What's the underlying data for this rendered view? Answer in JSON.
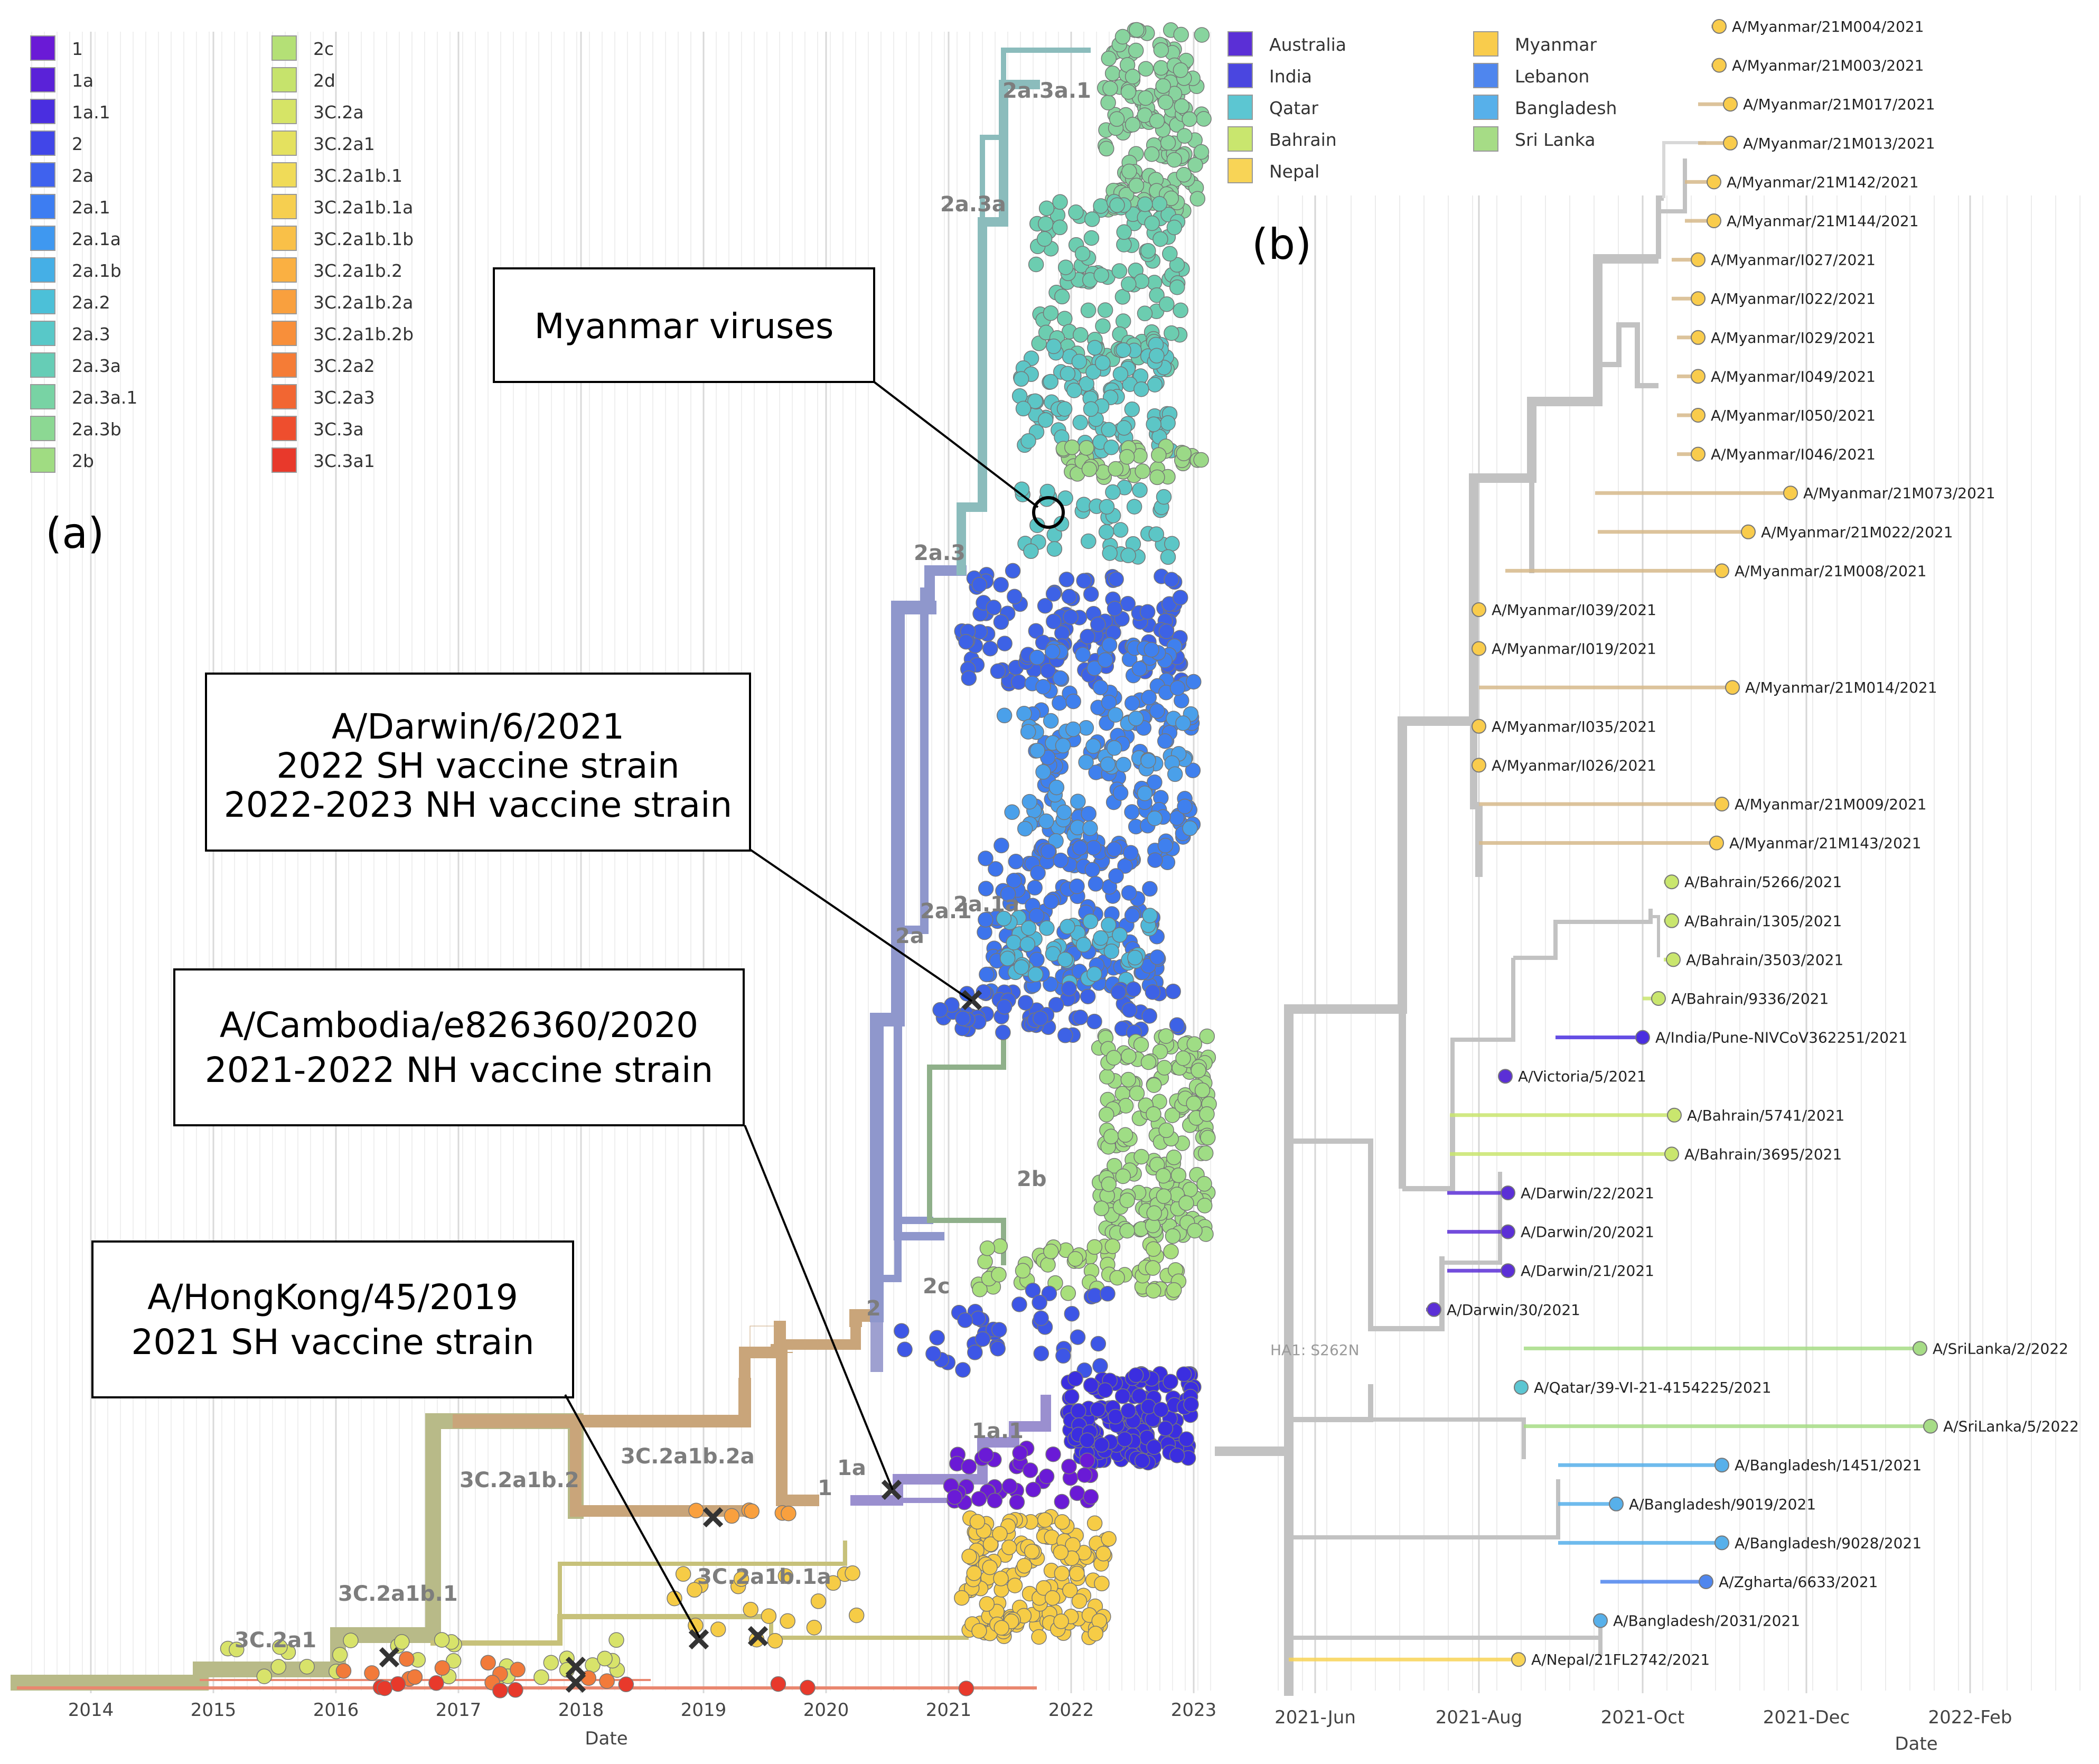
{
  "panel_a": {
    "label": "(a)",
    "axis_title": "Date",
    "ticks": [
      "2014",
      "2015",
      "2016",
      "2017",
      "2018",
      "2019",
      "2020",
      "2021",
      "2022",
      "2023"
    ],
    "legend": [
      {
        "label": "1",
        "color": "#6a1ad6"
      },
      {
        "label": "1a",
        "color": "#5a22d8"
      },
      {
        "label": "1a.1",
        "color": "#4a2ee0"
      },
      {
        "label": "2",
        "color": "#4146e8"
      },
      {
        "label": "2a",
        "color": "#3f62ee"
      },
      {
        "label": "2a.1",
        "color": "#3d7df2"
      },
      {
        "label": "2a.1a",
        "color": "#3f98f0"
      },
      {
        "label": "2a.1b",
        "color": "#45afe6"
      },
      {
        "label": "2a.2",
        "color": "#4cc0d8"
      },
      {
        "label": "2a.3",
        "color": "#58c8c8"
      },
      {
        "label": "2a.3a",
        "color": "#66cdb6"
      },
      {
        "label": "2a.3a.1",
        "color": "#78d3a4"
      },
      {
        "label": "2a.3b",
        "color": "#8cd893"
      },
      {
        "label": "2b",
        "color": "#a0dc82"
      },
      {
        "label": "2c",
        "color": "#b4e076"
      },
      {
        "label": "2d",
        "color": "#c6e36c"
      },
      {
        "label": "3C.2a",
        "color": "#d6e466"
      },
      {
        "label": "3C.2a1",
        "color": "#e4e15f"
      },
      {
        "label": "3C.2a1b.1",
        "color": "#f0db58"
      },
      {
        "label": "3C.2a1b.1a",
        "color": "#f6cf50"
      },
      {
        "label": "3C.2a1b.1b",
        "color": "#f9c048"
      },
      {
        "label": "3C.2a1b.2",
        "color": "#fab042"
      },
      {
        "label": "3C.2a1b.2a",
        "color": "#f9a03e"
      },
      {
        "label": "3C.2a1b.2b",
        "color": "#f88f3a"
      },
      {
        "label": "3C.2a2",
        "color": "#f57c36"
      },
      {
        "label": "3C.2a3",
        "color": "#f26632"
      },
      {
        "label": "3C.3a",
        "color": "#ee4e2e"
      },
      {
        "label": "3C.3a1",
        "color": "#e8392b"
      }
    ],
    "clade_labels": [
      "2a.3a.1",
      "2a.3a",
      "2a.3",
      "2a.1a",
      "2a.1",
      "2a",
      "2b",
      "2c",
      "2",
      "1a.1",
      "1a",
      "1",
      "3C.2a1b.2a",
      "3C.2a1b.2",
      "3C.2a1b.1a",
      "3C.2a1b.1",
      "3C.2a1"
    ],
    "callouts": {
      "myanmar": "Myanmar viruses",
      "darwin": [
        "A/Darwin/6/2021",
        "2022 SH vaccine strain",
        "2022-2023 NH vaccine strain"
      ],
      "cambodia": [
        "A/Cambodia/e826360/2020",
        "2021-2022 NH vaccine strain"
      ],
      "hongkong": [
        "A/HongKong/45/2019",
        "2021 SH vaccine strain"
      ]
    }
  },
  "panel_b": {
    "label": "(b)",
    "axis_title": "Date",
    "ticks": [
      "2021-Jun",
      "2021-Aug",
      "2021-Oct",
      "2021-Dec",
      "2022-Feb"
    ],
    "branch_annotation": "HA1: S262N",
    "legend": [
      {
        "label": "Australia",
        "color": "#5b2fd6"
      },
      {
        "label": "India",
        "color": "#4a46e0"
      },
      {
        "label": "Qatar",
        "color": "#5cc6d2"
      },
      {
        "label": "Bahrain",
        "color": "#c9e66e"
      },
      {
        "label": "Nepal",
        "color": "#f8d456"
      },
      {
        "label": "Myanmar",
        "color": "#f9cc4c"
      },
      {
        "label": "Lebanon",
        "color": "#4f86ee"
      },
      {
        "label": "Bangladesh",
        "color": "#57b0ea"
      },
      {
        "label": "Sri Lanka",
        "color": "#a6dc86"
      }
    ],
    "tips": [
      {
        "label": "A/Myanmar/21M004/2021",
        "color": "#f9cc4c"
      },
      {
        "label": "A/Myanmar/21M003/2021",
        "color": "#f9cc4c"
      },
      {
        "label": "A/Myanmar/21M017/2021",
        "color": "#f9cc4c"
      },
      {
        "label": "A/Myanmar/21M013/2021",
        "color": "#f9cc4c"
      },
      {
        "label": "A/Myanmar/21M142/2021",
        "color": "#f9cc4c"
      },
      {
        "label": "A/Myanmar/21M144/2021",
        "color": "#f9cc4c"
      },
      {
        "label": "A/Myanmar/I027/2021",
        "color": "#f9cc4c"
      },
      {
        "label": "A/Myanmar/I022/2021",
        "color": "#f9cc4c"
      },
      {
        "label": "A/Myanmar/I029/2021",
        "color": "#f9cc4c"
      },
      {
        "label": "A/Myanmar/I049/2021",
        "color": "#f9cc4c"
      },
      {
        "label": "A/Myanmar/I050/2021",
        "color": "#f9cc4c"
      },
      {
        "label": "A/Myanmar/I046/2021",
        "color": "#f9cc4c"
      },
      {
        "label": "A/Myanmar/21M073/2021",
        "color": "#f9cc4c"
      },
      {
        "label": "A/Myanmar/21M022/2021",
        "color": "#f9cc4c"
      },
      {
        "label": "A/Myanmar/21M008/2021",
        "color": "#f9cc4c"
      },
      {
        "label": "A/Myanmar/I039/2021",
        "color": "#f9cc4c"
      },
      {
        "label": "A/Myanmar/I019/2021",
        "color": "#f9cc4c"
      },
      {
        "label": "A/Myanmar/21M014/2021",
        "color": "#f9cc4c"
      },
      {
        "label": "A/Myanmar/I035/2021",
        "color": "#f9cc4c"
      },
      {
        "label": "A/Myanmar/I026/2021",
        "color": "#f9cc4c"
      },
      {
        "label": "A/Myanmar/21M009/2021",
        "color": "#f9cc4c"
      },
      {
        "label": "A/Myanmar/21M143/2021",
        "color": "#f9cc4c"
      },
      {
        "label": "A/Bahrain/5266/2021",
        "color": "#c9e66e"
      },
      {
        "label": "A/Bahrain/1305/2021",
        "color": "#c9e66e"
      },
      {
        "label": "A/Bahrain/3503/2021",
        "color": "#c9e66e"
      },
      {
        "label": "A/Bahrain/9336/2021",
        "color": "#c9e66e"
      },
      {
        "label": "A/India/Pune-NIVCoV362251/2021",
        "color": "#4a2ee0"
      },
      {
        "label": "A/Victoria/5/2021",
        "color": "#5b2fd6"
      },
      {
        "label": "A/Bahrain/5741/2021",
        "color": "#c9e66e"
      },
      {
        "label": "A/Bahrain/3695/2021",
        "color": "#c9e66e"
      },
      {
        "label": "A/Darwin/22/2021",
        "color": "#5b2fd6"
      },
      {
        "label": "A/Darwin/20/2021",
        "color": "#5b2fd6"
      },
      {
        "label": "A/Darwin/21/2021",
        "color": "#5b2fd6"
      },
      {
        "label": "A/Darwin/30/2021",
        "color": "#5b2fd6"
      },
      {
        "label": "A/SriLanka/2/2022",
        "color": "#a6dc86"
      },
      {
        "label": "A/Qatar/39-VI-21-4154225/2021",
        "color": "#5cc6d2"
      },
      {
        "label": "A/SriLanka/5/2022",
        "color": "#a6dc86"
      },
      {
        "label": "A/Bangladesh/1451/2021",
        "color": "#57b0ea"
      },
      {
        "label": "A/Bangladesh/9019/2021",
        "color": "#57b0ea"
      },
      {
        "label": "A/Bangladesh/9028/2021",
        "color": "#57b0ea"
      },
      {
        "label": "A/Zgharta/6633/2021",
        "color": "#4f86ee"
      },
      {
        "label": "A/Bangladesh/2031/2021",
        "color": "#57b0ea"
      },
      {
        "label": "A/Nepal/21FL2742/2021",
        "color": "#f8d456"
      }
    ]
  }
}
